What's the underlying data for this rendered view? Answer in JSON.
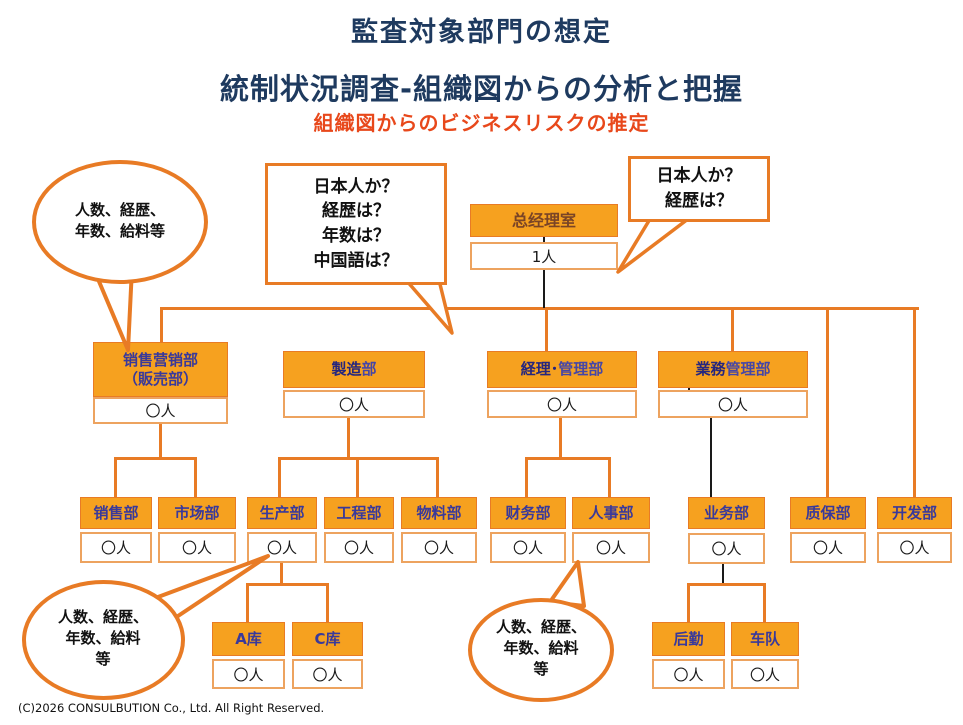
{
  "titles": {
    "main": "監査対象部門の想定",
    "sub": "統制状況調査-組織図からの分析と把握",
    "accent": "組織図からのビジネスリスクの推定"
  },
  "bubbles": {
    "topLeft": {
      "line1": "人数、経歴、",
      "line2": "年数、給料等"
    },
    "center": {
      "line1": "日本人か？",
      "line2": "経歴は？",
      "line3": "年数は？",
      "line4": "中国語は？"
    },
    "topRight": {
      "line1": "日本人か？",
      "line2": "経歴は？"
    },
    "bottomLeft": {
      "line1": "人数、経歴、",
      "line2": "年数、給料",
      "line3": "等"
    },
    "bottomMiddle": {
      "line1": "人数、経歴、",
      "line2": "年数、給料",
      "line3": "等"
    }
  },
  "org": {
    "root": {
      "label": "总经理室",
      "count": "1人"
    },
    "level2": [
      {
        "line1": "销售营销部",
        "line2": "（販売部）",
        "count": "〇人"
      },
      {
        "strong": "製造",
        "rest": "部",
        "count": "〇人"
      },
      {
        "strong": "経理･",
        "rest": "管理部",
        "count": "〇人"
      },
      {
        "strong": "業務",
        "rest": "管理部",
        "count": "〇人"
      }
    ],
    "level3": [
      {
        "label": "销售部",
        "count": "〇人"
      },
      {
        "label": "市场部",
        "count": "〇人"
      },
      {
        "label": "生产部",
        "count": "〇人"
      },
      {
        "label": "工程部",
        "count": "〇人"
      },
      {
        "label": "物料部",
        "count": "〇人"
      },
      {
        "label": "财务部",
        "count": "〇人"
      },
      {
        "label": "人事部",
        "count": "〇人"
      },
      {
        "label": "业务部",
        "count": "〇人"
      },
      {
        "label": "质保部",
        "count": "〇人"
      },
      {
        "label": "开发部",
        "count": "〇人"
      }
    ],
    "level4": [
      {
        "label": "A库",
        "count": "〇人"
      },
      {
        "label": "C库",
        "count": "〇人"
      },
      {
        "label": "后勤",
        "count": "〇人"
      },
      {
        "label": "车队",
        "count": "〇人"
      }
    ]
  },
  "colors": {
    "boxFill": "#F6A11F",
    "line": "#E87B25",
    "titleNavy": "#1E3A5F",
    "accent": "#E8481B",
    "deptText": "#39399B"
  },
  "footer": "(C)2026 CONSULBUTION Co., Ltd. All Right Reserved."
}
